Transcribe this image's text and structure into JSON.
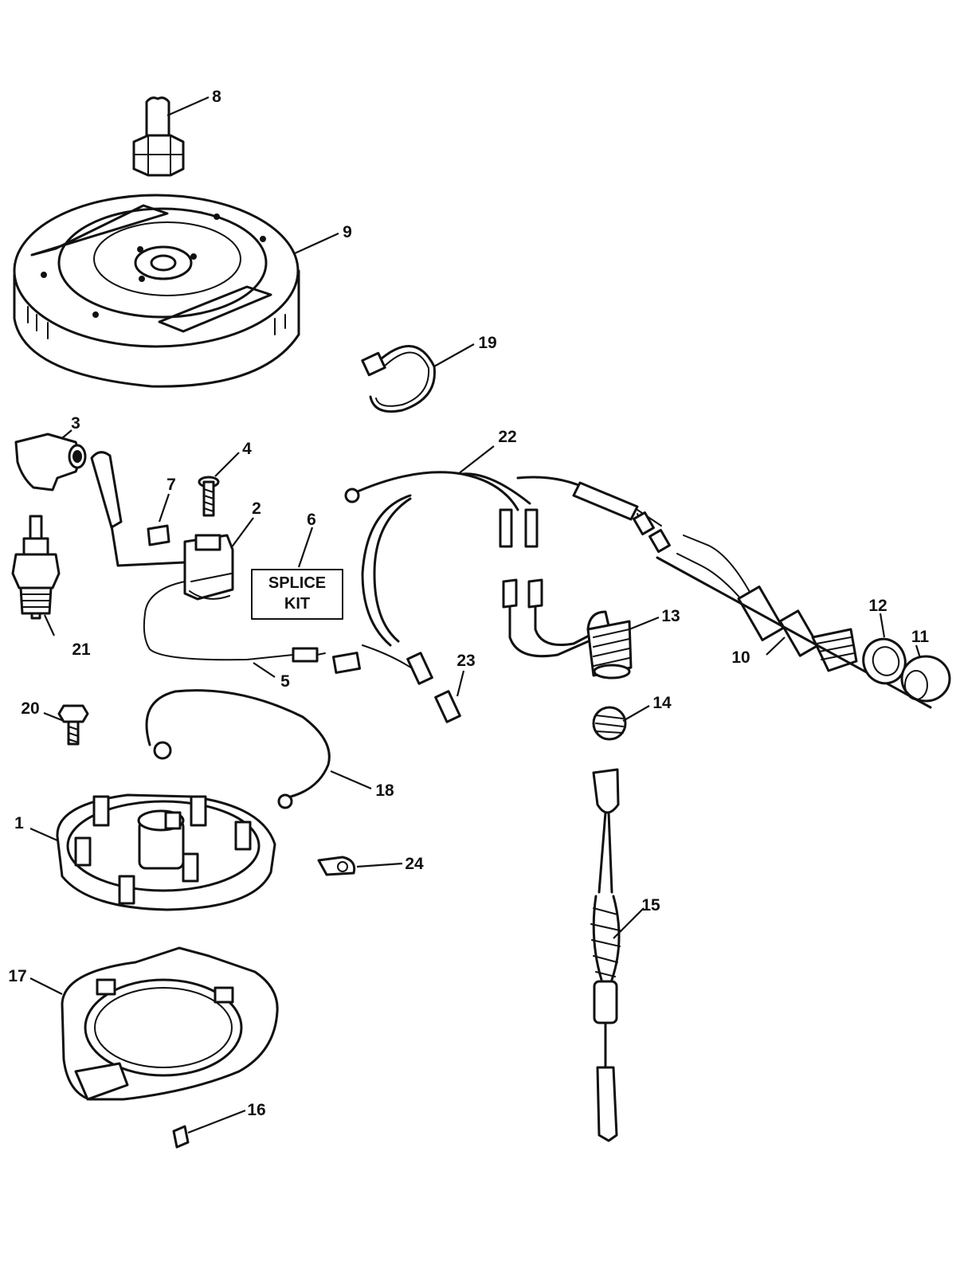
{
  "diagram": {
    "callouts": [
      {
        "id": "1",
        "label": "1"
      },
      {
        "id": "2",
        "label": "2"
      },
      {
        "id": "3",
        "label": "3"
      },
      {
        "id": "4",
        "label": "4"
      },
      {
        "id": "5",
        "label": "5"
      },
      {
        "id": "6",
        "label": "6"
      },
      {
        "id": "7",
        "label": "7"
      },
      {
        "id": "8",
        "label": "8"
      },
      {
        "id": "9",
        "label": "9"
      },
      {
        "id": "10",
        "label": "10"
      },
      {
        "id": "11",
        "label": "11"
      },
      {
        "id": "12",
        "label": "12"
      },
      {
        "id": "13",
        "label": "13"
      },
      {
        "id": "14",
        "label": "14"
      },
      {
        "id": "15",
        "label": "15"
      },
      {
        "id": "16",
        "label": "16"
      },
      {
        "id": "17",
        "label": "17"
      },
      {
        "id": "18",
        "label": "18"
      },
      {
        "id": "19",
        "label": "19"
      },
      {
        "id": "20",
        "label": "20"
      },
      {
        "id": "21",
        "label": "21"
      },
      {
        "id": "22",
        "label": "22"
      },
      {
        "id": "23",
        "label": "23"
      },
      {
        "id": "24",
        "label": "24"
      }
    ],
    "splice_kit": {
      "line1": "SPLICE",
      "line2": "KIT"
    }
  }
}
